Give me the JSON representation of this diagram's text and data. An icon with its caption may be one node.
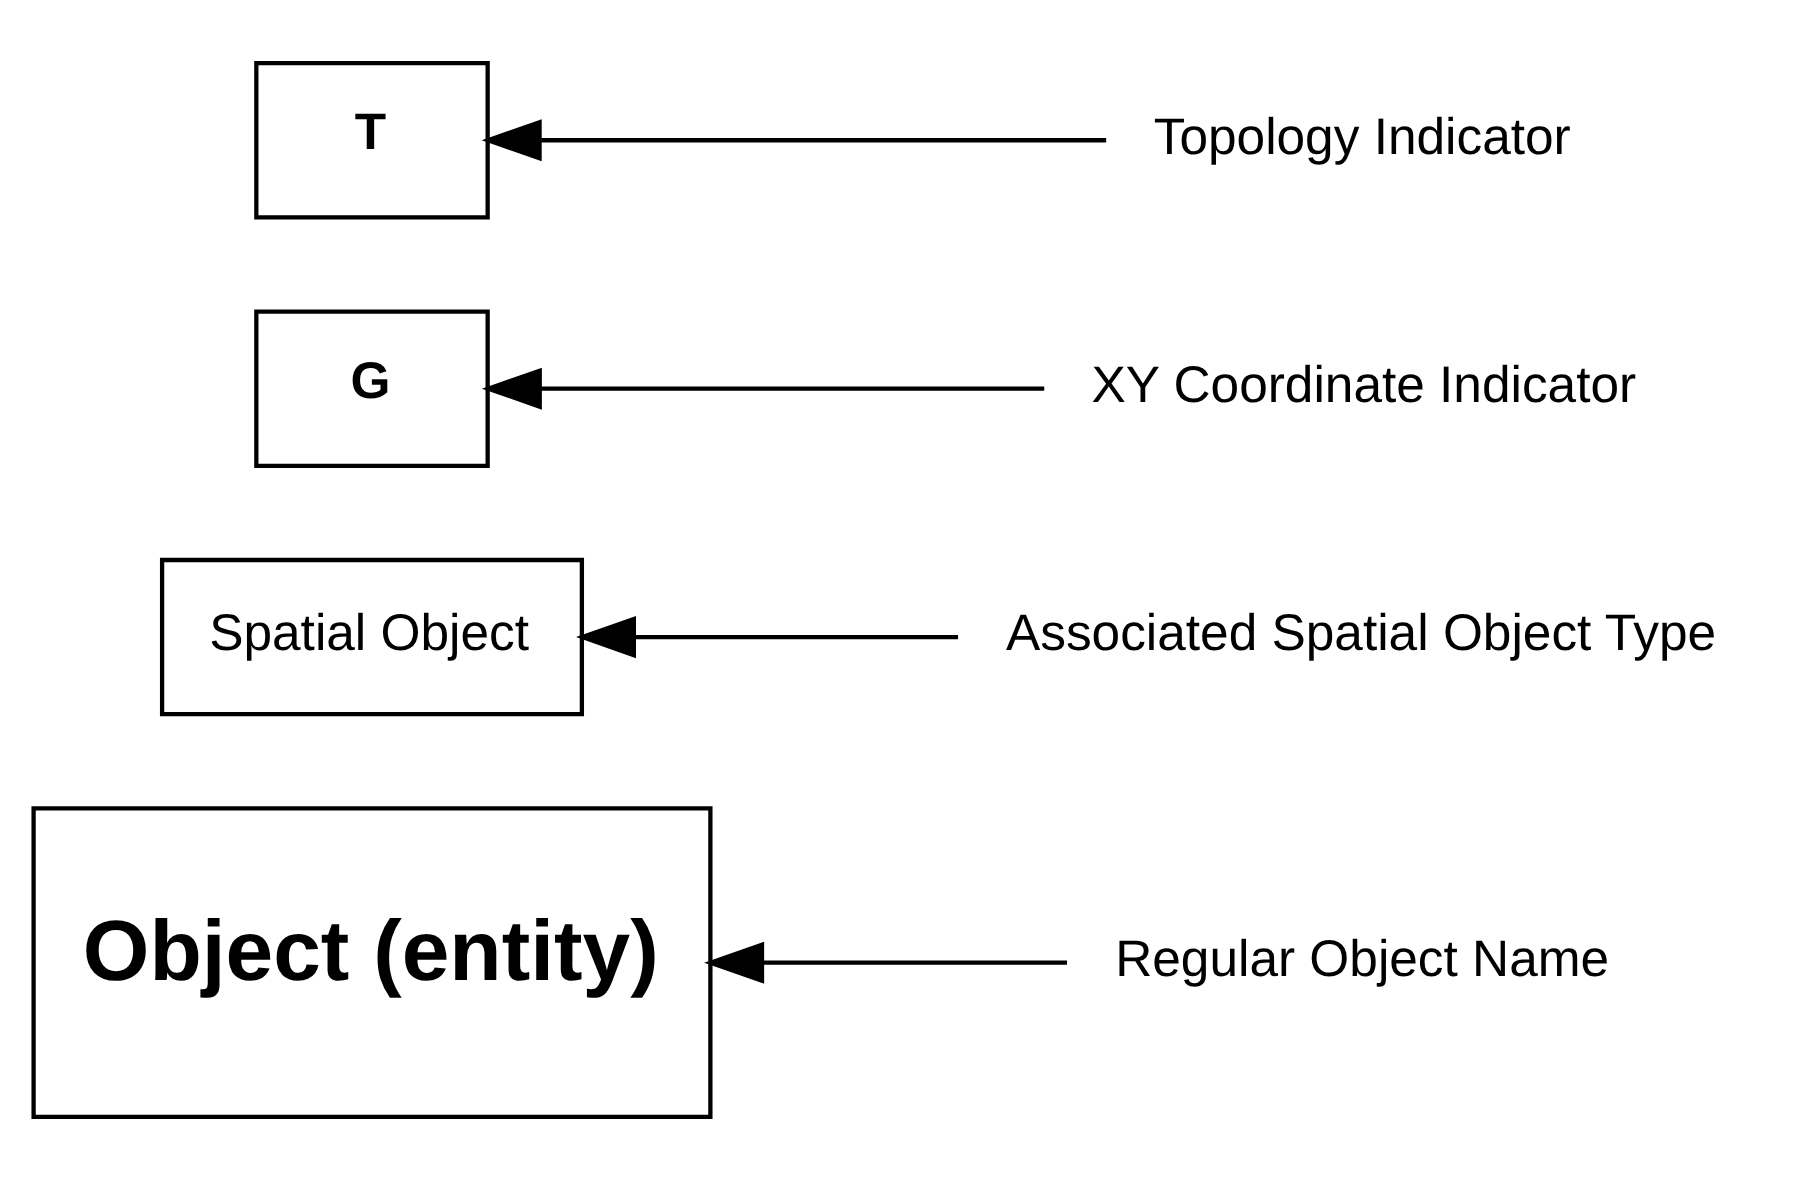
{
  "diagram": {
    "nodes": [
      {
        "text": [
          "Object (entity)"
        ]
      },
      {
        "text": [
          "Spatial Object"
        ]
      },
      {
        "text": [
          "G"
        ]
      },
      {
        "text": [
          "T"
        ]
      },
      {
        "text": [
          "Regular Object Name"
        ]
      },
      {
        "text": [
          "Topology Indicator"
        ]
      },
      {
        "text": [
          "XY Coordinate Indicator"
        ]
      },
      {
        "text": [
          "Associated Spatial Object Type"
        ]
      }
    ],
    "edges": [
      {
        "from": 4,
        "to": 0,
        "arrow": "to"
      },
      {
        "from": 5,
        "to": 3,
        "arrow": "to"
      },
      {
        "from": 6,
        "to": 2,
        "arrow": "to"
      },
      {
        "from": 7,
        "to": 1,
        "arrow": "to"
      }
    ]
  }
}
